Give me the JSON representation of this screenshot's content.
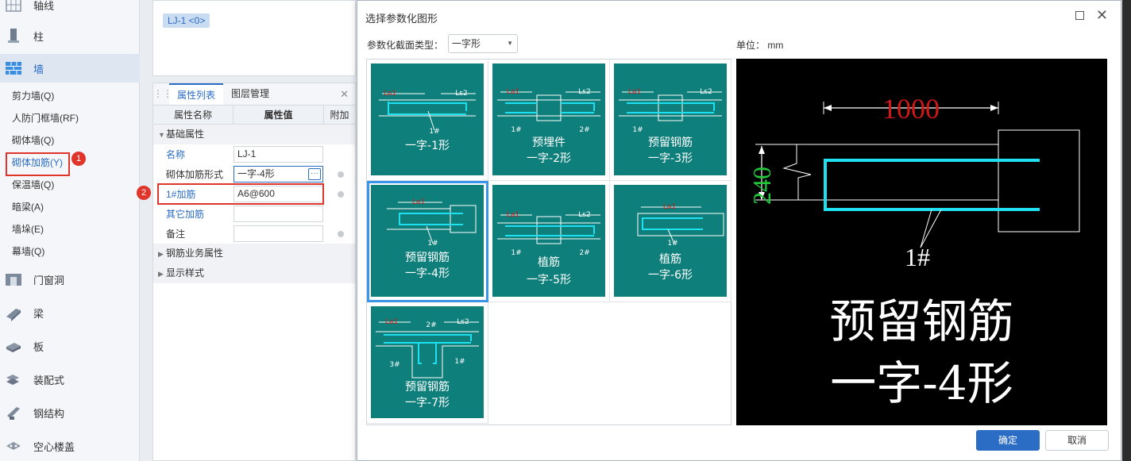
{
  "nav": {
    "axis_label": "轴线",
    "column_label": "柱",
    "wall_label": "墙",
    "wall_items": [
      "剪力墙(Q)",
      "人防门框墙(RF)",
      "砌体墙(Q)",
      "砌体加筋(Y)",
      "保温墙(Q)",
      "暗梁(A)",
      "墙垛(E)",
      "幕墙(Q)"
    ],
    "door_window_label": "门窗洞",
    "beam_label": "梁",
    "slab_label": "板",
    "prefab_label": "装配式",
    "steel_label": "钢结构",
    "hollow_slab_label": "空心楼盖"
  },
  "badges": {
    "one": "1",
    "two": "2"
  },
  "component_chip": "LJ-1 <0>",
  "props": {
    "tab_list": "属性列表",
    "tab_layers": "图层管理",
    "col_name": "属性名称",
    "col_value": "属性值",
    "col_extra": "附加",
    "group_basic": "基础属性",
    "rows": [
      {
        "name": "名称",
        "value": "LJ-1"
      },
      {
        "name": "砌体加筋形式",
        "value": "一字-4形"
      },
      {
        "name": "1#加筋",
        "value": "A6@600"
      },
      {
        "name": "其它加筋",
        "value": ""
      },
      {
        "name": "备注",
        "value": ""
      }
    ],
    "group_business": "钢筋业务属性",
    "group_display": "显示样式"
  },
  "dialog": {
    "title": "选择参数化图形",
    "section_type_label": "参数化截面类型：",
    "section_type_value": "一字形",
    "unit_label": "单位：  mm",
    "ok_label": "确定",
    "cancel_label": "取消"
  },
  "shapes": [
    {
      "lines": [
        "一字-1形"
      ]
    },
    {
      "lines": [
        "预埋件",
        "一字-2形"
      ]
    },
    {
      "lines": [
        "预留钢筋",
        "一字-3形"
      ]
    },
    {
      "lines": [
        "预留钢筋",
        "一字-4形"
      ]
    },
    {
      "lines": [
        "植筋",
        "一字-5形"
      ]
    },
    {
      "lines": [
        "植筋",
        "一字-6形"
      ]
    },
    {
      "lines": [
        "预留钢筋",
        "一字-7形"
      ]
    }
  ],
  "thumb_marks": {
    "la": "La1",
    "ls": "Ls2",
    "b": "b1",
    "r1": "1#",
    "r2": "2#",
    "r3": "3#"
  },
  "preview": {
    "dim_len": "1000",
    "dim_wid": "240",
    "rebar": "1#",
    "line1": "预留钢筋",
    "line2": "一字-4形"
  },
  "colors": {
    "accent": "#2b6cc4",
    "teal": "#0f7f7b",
    "rebar": "#1ee0f0",
    "dim_red": "#d01818",
    "dim_green": "#22c63a",
    "highlight": "#e0352b"
  }
}
